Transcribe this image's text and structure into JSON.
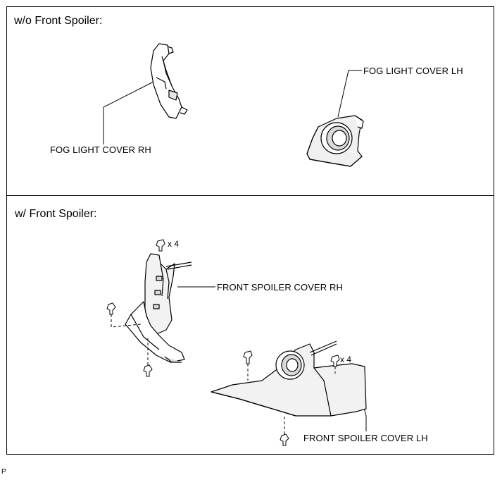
{
  "sections": {
    "without_spoiler": {
      "title": "w/o Front Spoiler:",
      "labels": {
        "fog_rh": "FOG LIGHT COVER RH",
        "fog_lh": "FOG LIGHT COVER LH"
      }
    },
    "with_spoiler": {
      "title": "w/ Front Spoiler:",
      "labels": {
        "spoiler_rh": "FRONT SPOILER COVER RH",
        "spoiler_lh": "FRONT SPOILER COVER LH"
      },
      "clip_qty_rh": "x 4",
      "clip_qty_lh": "x 4"
    }
  },
  "footer_code": "P"
}
